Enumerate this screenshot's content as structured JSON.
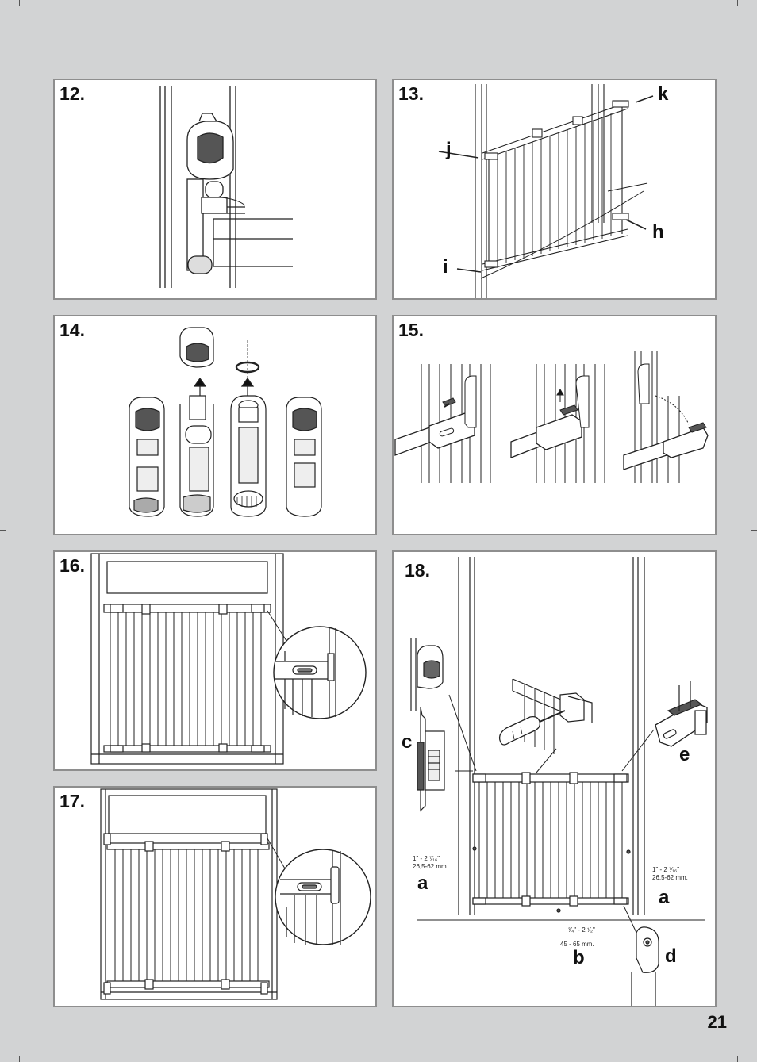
{
  "page_number": "21",
  "steps": {
    "s12": {
      "number": "12."
    },
    "s13": {
      "number": "13.",
      "labels": {
        "k": "k",
        "j": "j",
        "h": "h",
        "i": "i"
      }
    },
    "s14": {
      "number": "14."
    },
    "s15": {
      "number": "15."
    },
    "s16": {
      "number": "16."
    },
    "s17": {
      "number": "17."
    },
    "s18": {
      "number": "18.",
      "labels": {
        "c": "c",
        "e": "e",
        "a_left": "a",
        "a_right": "a",
        "b": "b",
        "d": "d"
      },
      "measurements": {
        "left_inch": "1\" - 2 ⁷⁄₁₆\"",
        "left_mm": "26,5-62 mm.",
        "right_inch": "1\" - 2 ⁷⁄₁₆\"",
        "right_mm": "26,5-62 mm.",
        "bottom_inch": "³⁄₄\" - 2 ¹⁄₂\"",
        "bottom_mm": "45 - 65 mm."
      }
    }
  },
  "colors": {
    "page_bg": "#d2d3d4",
    "panel_border": "#8e8e8e",
    "line": "#222222"
  }
}
